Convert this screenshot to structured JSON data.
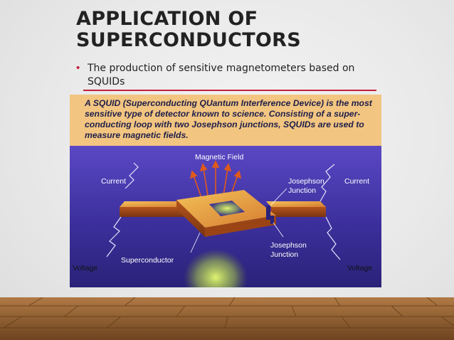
{
  "slide": {
    "title_line1": "APPLICATION OF",
    "title_line2": "SUPERCONDUCTORS",
    "bullet": "The production of sensitive magnetometers based on SQUIDs"
  },
  "figure": {
    "caption": "A SQUID (Superconducting QUantum Interference Device) is the most sensitive type of detector known to science.  Consisting of a super-conducting loop with two Josephson junctions, SQUIDs are used to measure magnetic fields.",
    "labels": {
      "magnetic_field": "Magnetic Field",
      "current_left": "Current",
      "current_right": "Current",
      "josephson_top_1": "Josephson",
      "josephson_top_2": "Junction",
      "josephson_bottom_1": "Josephson",
      "josephson_bottom_2": "Junction",
      "superconductor": "Superconductor",
      "voltage_left": "Voltage",
      "voltage_right": "Voltage"
    }
  },
  "colors": {
    "accent_red": "#c3203c",
    "caption_bg": "#f2c581",
    "diagram_bg": "#4a3bb0",
    "floor": "#8a5a2e"
  }
}
